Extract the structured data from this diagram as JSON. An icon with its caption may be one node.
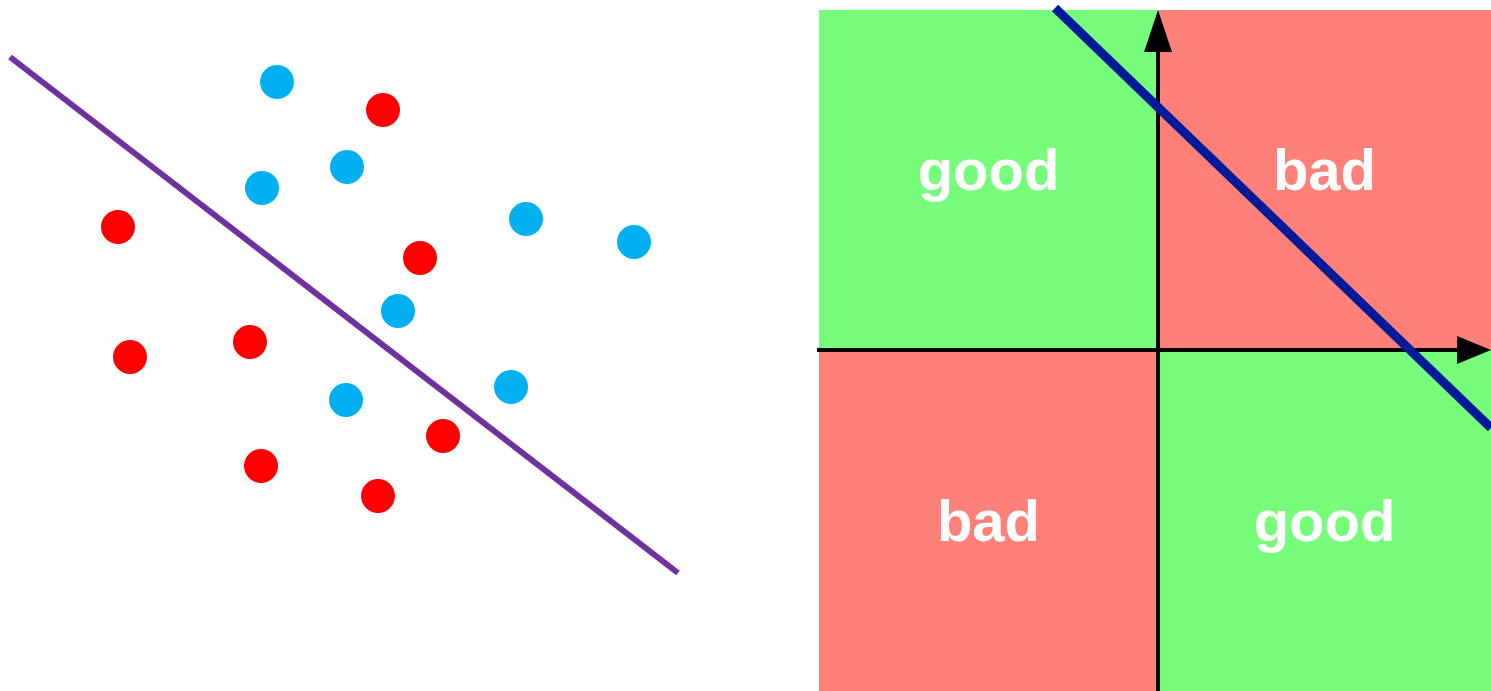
{
  "diagram": {
    "nodes": [
      {
        "text": [
          "good"
        ]
      },
      {
        "text": [
          "bad"
        ]
      },
      {
        "text": [
          "bad"
        ]
      },
      {
        "text": [
          "good"
        ]
      }
    ]
  }
}
